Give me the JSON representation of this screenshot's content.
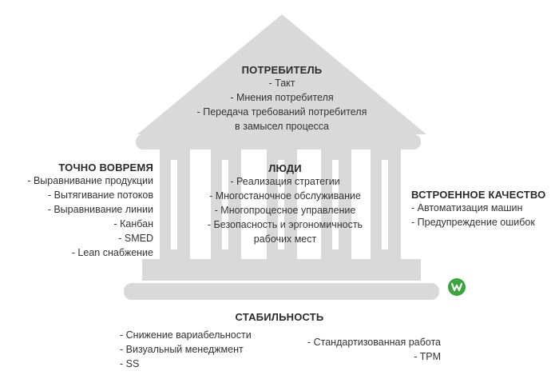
{
  "roof": {
    "title": "ПОТРЕБИТЕЛЬ",
    "items": [
      "- Такт",
      "- Мнения потребителя",
      "- Передача требований потребителя",
      "в замысел процесса"
    ]
  },
  "left_pillar": {
    "title": "ТОЧНО ВОВРЕМЯ",
    "items": [
      "- Выравнивание продукции",
      "- Вытягивание потоков",
      "- Выравнивание линии",
      "- Канбан",
      "- SMED",
      "- Lean снабжение"
    ]
  },
  "center": {
    "title": "ЛЮДИ",
    "items": [
      "- Реализация стратегии",
      "- Многостаночное обслуживание",
      "- Многопроцесное управление",
      "- Безопасность и эргономичность",
      "рабочих мест"
    ]
  },
  "right_pillar": {
    "title": "ВСТРОЕННОЕ КАЧЕСТВО",
    "items": [
      "- Автоматизация машин",
      "- Предупреждение ошибок"
    ]
  },
  "foundation": {
    "title": "СТАБИЛЬНОСТЬ",
    "left_items": [
      "- Снижение вариабельности",
      "- Визуальный менеджмент",
      "- SS"
    ],
    "right_items": [
      "- Стандартизованная работа",
      "- TPM"
    ]
  },
  "colors": {
    "structure": "#d9d9d9",
    "structure_dark": "#cfcfcf",
    "logo": "#3aa53a"
  },
  "logo_icon": "brand-logo-icon"
}
